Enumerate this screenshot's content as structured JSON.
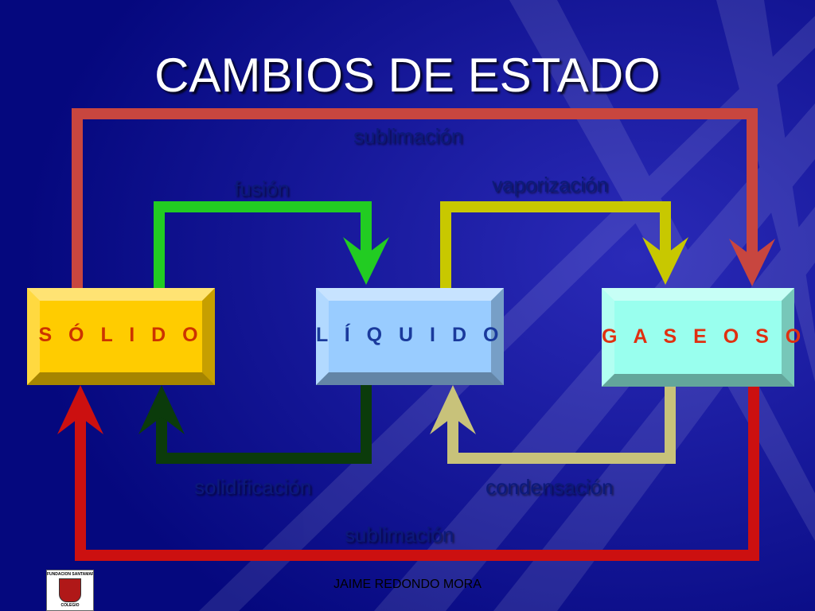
{
  "title": "CAMBIOS DE ESTADO",
  "states": {
    "solid": "S Ó L I D O",
    "liquid": "L Í Q U I D O",
    "gas": "G A S E O S O"
  },
  "transitions": {
    "sublimation_top": "sublimación",
    "fusion": "fusión",
    "vaporization": "vaporización",
    "solidification": "solidificación",
    "condensation": "condensación",
    "sublimation_bottom": "sublimación"
  },
  "footer": "JAIME REDONDO MORA",
  "logo": {
    "top_text": "FUNDACION SANTAMARIA",
    "bottom_text": "COLEGIO"
  },
  "colors": {
    "background": "#0a1099",
    "title": "#ffffff",
    "sublimation_top_arrow": "#c8463f",
    "fusion_arrow": "#22cc22",
    "vaporization_arrow": "#c8c800",
    "solidification_arrow": "#0b3b0b",
    "condensation_arrow": "#c8c27a",
    "sublimation_bottom_arrow": "#cc1010",
    "solid_box": "#ffcc00",
    "liquid_box": "#99ccff",
    "gas_box": "#99ffee",
    "solid_text": "#cc3300",
    "liquid_text": "#1a3a9c",
    "gas_text": "#e03010",
    "transition_label": "#0c1a7a"
  }
}
